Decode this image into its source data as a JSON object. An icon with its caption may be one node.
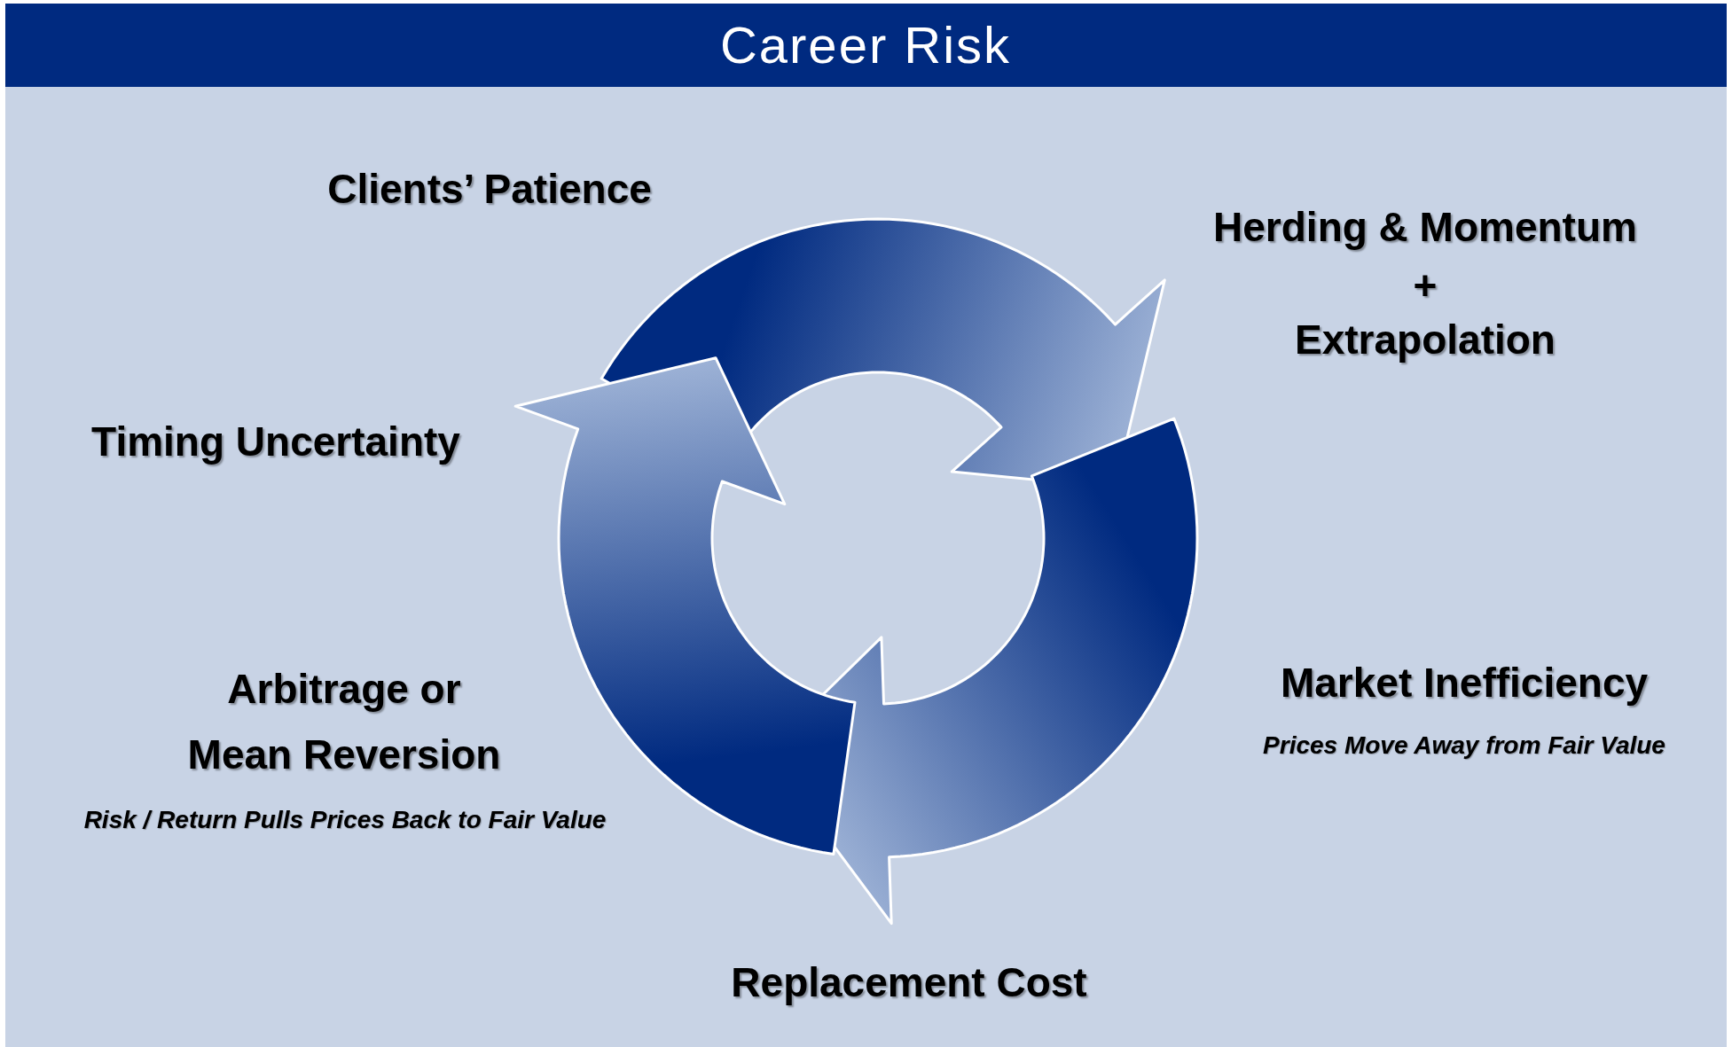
{
  "diagram": {
    "title": "Career Risk",
    "labels": [
      "Clients’ Patience",
      "Herding & Momentum",
      "+",
      "Extrapolation",
      "Timing Uncertainty",
      "Arbitrage or Mean Reversion",
      "Market Inefficiency",
      "Prices Move Away from Fair Value",
      "Risk / Return Pulls Prices Back to Fair Value",
      "Replacement Cost"
    ]
  }
}
